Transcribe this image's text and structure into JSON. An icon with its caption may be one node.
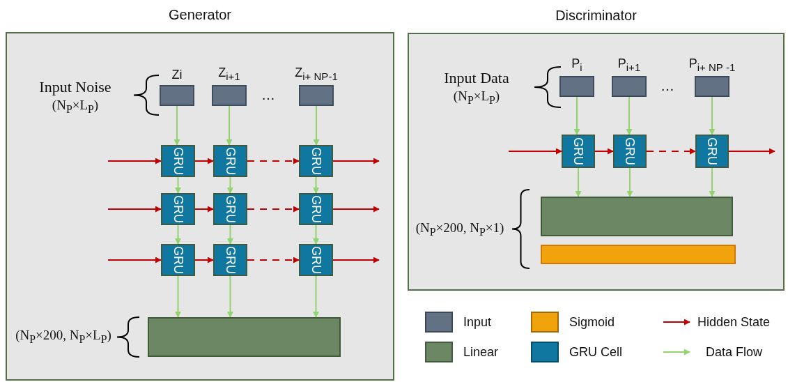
{
  "diagram": {
    "nodes": [
      {
        "text": [
          "Generator"
        ]
      },
      {
        "text": [
          "Zi"
        ],
        "in": 0
      },
      {
        "text": [
          "Z$_{i+1}$"
        ],
        "in": 0
      },
      {
        "text": [
          "Z$_{i+ N}$$_{P}$$_{-1}$"
        ],
        "in": 0
      },
      {
        "text": [
          "GRU"
        ],
        "in": 0
      },
      {
        "text": [
          "GRU"
        ],
        "in": 0
      },
      {
        "text": [
          "GRU"
        ],
        "in": 0
      },
      {
        "text": [
          "GRU"
        ],
        "in": 0
      },
      {
        "text": [
          "GRU"
        ],
        "in": 0
      },
      {
        "text": [
          "GRU"
        ],
        "in": 0
      },
      {
        "text": [
          "GRU"
        ],
        "in": 0
      },
      {
        "text": [
          "GRU"
        ],
        "in": 0
      },
      {
        "text": [
          "GRU"
        ],
        "in": 0
      },
      {
        "text": [],
        "shape": "box",
        "in": 0
      },
      {
        "text": [
          "Discriminator"
        ]
      },
      {
        "text": [
          "P$_{i}$"
        ],
        "in": 14
      },
      {
        "text": [
          "P$_{i+1}$"
        ],
        "in": 14
      },
      {
        "text": [
          "P$_{i+ N}$$_{P}$$_{ -1}$"
        ],
        "in": 14
      },
      {
        "text": [
          "GRU"
        ],
        "in": 14
      },
      {
        "text": [
          "GRU"
        ],
        "in": 14
      },
      {
        "text": [
          "GRU"
        ],
        "in": 14
      },
      {
        "text": [],
        "shape": "box",
        "in": 14
      },
      {
        "text": [],
        "shape": "box",
        "in": 14
      }
    ],
    "edges": [
      {
        "from": 1,
        "to": 4,
        "arrow": "to"
      },
      {
        "from": 2,
        "to": 5,
        "arrow": "to"
      },
      {
        "from": 3,
        "to": 6,
        "arrow": "to"
      },
      {
        "from": 4,
        "to": 7,
        "arrow": "to"
      },
      {
        "from": 5,
        "to": 8,
        "arrow": "to"
      },
      {
        "from": 6,
        "to": 9,
        "arrow": "to"
      },
      {
        "from": 7,
        "to": 10,
        "arrow": "to"
      },
      {
        "from": 8,
        "to": 11,
        "arrow": "to"
      },
      {
        "from": 9,
        "to": 12,
        "arrow": "to"
      },
      {
        "from": 10,
        "to": 13,
        "arrow": "to"
      },
      {
        "from": 11,
        "to": 13,
        "arrow": "to"
      },
      {
        "from": 12,
        "to": 13,
        "arrow": "to"
      },
      {
        "from": null,
        "to": 4,
        "arrow": "to",
        "color": "#c00000"
      },
      {
        "from": 4,
        "to": 5,
        "arrow": "to",
        "color": "#c00000"
      },
      {
        "from": 5,
        "to": 6,
        "arrow": "to",
        "style": "dashed",
        "color": "#c00000"
      },
      {
        "from": 6,
        "to": null,
        "arrow": "to",
        "color": "#c00000"
      },
      {
        "from": null,
        "to": 7,
        "arrow": "to",
        "color": "#c00000"
      },
      {
        "from": 7,
        "to": 8,
        "arrow": "to",
        "color": "#c00000"
      },
      {
        "from": 8,
        "to": 9,
        "arrow": "to",
        "style": "dashed",
        "color": "#c00000"
      },
      {
        "from": 9,
        "to": null,
        "arrow": "to",
        "color": "#c00000"
      },
      {
        "from": null,
        "to": 10,
        "arrow": "to",
        "color": "#c00000"
      },
      {
        "from": 10,
        "to": 11,
        "arrow": "to",
        "color": "#c00000"
      },
      {
        "from": 11,
        "to": 12,
        "arrow": "to",
        "style": "dashed",
        "color": "#c00000"
      },
      {
        "from": 12,
        "to": null,
        "arrow": "to",
        "color": "#c00000"
      },
      {
        "from": 15,
        "to": 18,
        "arrow": "to"
      },
      {
        "from": 16,
        "to": 19,
        "arrow": "to"
      },
      {
        "from": 17,
        "to": 20,
        "arrow": "to"
      },
      {
        "from": 18,
        "to": 21,
        "arrow": "to"
      },
      {
        "from": 19,
        "to": 21,
        "arrow": "to"
      },
      {
        "from": 20,
        "to": 21,
        "arrow": "to"
      },
      {
        "from": null,
        "to": 18,
        "arrow": "to",
        "color": "#c00000"
      },
      {
        "from": 18,
        "to": 19,
        "arrow": "to",
        "color": "#c00000"
      },
      {
        "from": 19,
        "to": 20,
        "arrow": "to",
        "style": "dashed",
        "color": "#c00000"
      },
      {
        "from": 20,
        "to": null,
        "arrow": "to",
        "color": "#c00000"
      }
    ],
    "labels": [
      "Input Noise",
      "(N$_{P}$×L$_{P}$)",
      "…",
      "(N$_{P}$×200, N$_{P}$×L$_{P}$)",
      "Input Data",
      "(N$_{P}$×L$_{P}$)",
      "…",
      "(N$_{P}$×200, N$_{P}$×1)"
    ],
    "legend": [
      {
        "text": "Input",
        "color": "#627184"
      },
      {
        "text": "Linear",
        "color": "#6b8763"
      },
      {
        "text": "Sigmoid",
        "color": "#f0a30a"
      },
      {
        "text": "GRU Cell",
        "color": "#0f77a0"
      },
      {
        "text": "Hidden State"
      },
      {
        "text": "Data Flow"
      }
    ]
  }
}
